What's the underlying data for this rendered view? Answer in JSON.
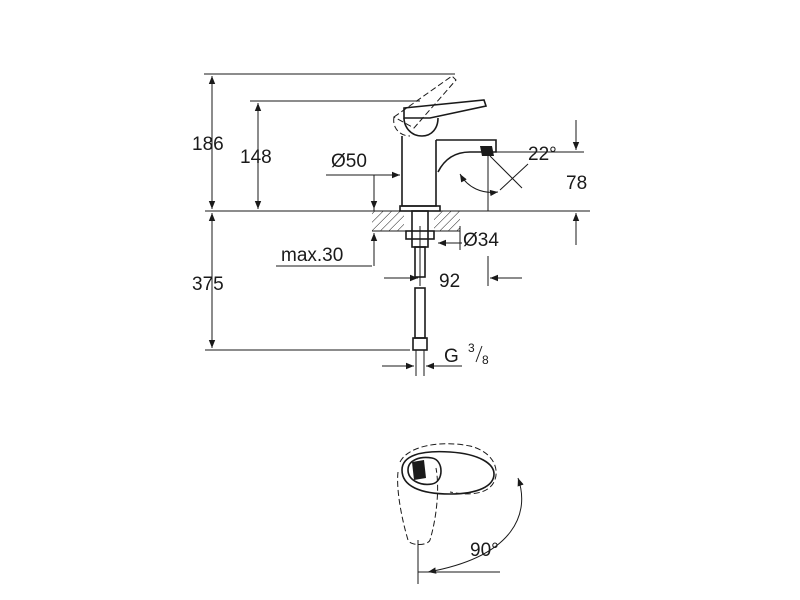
{
  "side_view": {
    "dims": {
      "total_height": "186",
      "spout_height": "148",
      "body_diameter": "Ø50",
      "spout_angle": "22°",
      "spout_drop": "78",
      "hole_diameter": "Ø34",
      "max_thickness": "max.30",
      "projection": "92",
      "hose_length": "375",
      "thread_main": "G",
      "thread_num": "3",
      "thread_den": "8"
    }
  },
  "top_view": {
    "dims": {
      "rotation_angle": "90°"
    }
  }
}
